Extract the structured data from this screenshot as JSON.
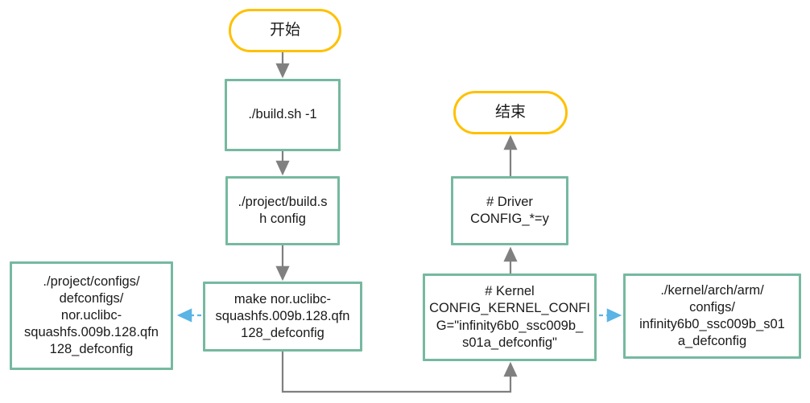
{
  "diagram": {
    "title": "build configuration flowchart",
    "colors": {
      "terminator_border": "#ffc000",
      "process_border": "#76b9a0",
      "node_fill": "#ffffff",
      "solid_edge": "#808080",
      "dashed_edge": "#5ab4e5",
      "text": "#1a1a1a",
      "background": "#ffffff"
    },
    "nodes": [
      {
        "id": "start",
        "shape": "terminator",
        "label": "开始"
      },
      {
        "id": "build-sh",
        "shape": "process",
        "label": "./build.sh -1"
      },
      {
        "id": "project-build-sh-config",
        "shape": "process",
        "label": "./project/build.s\nh config"
      },
      {
        "id": "make-defconfig",
        "shape": "process",
        "label": "make nor.uclibc-\nsquashfs.009b.128.qfn\n128_defconfig"
      },
      {
        "id": "project-configs-path",
        "shape": "process",
        "label": "./project/configs/\ndefconfigs/\nnor.uclibc-\nsquashfs.009b.128.qfn\n128_defconfig"
      },
      {
        "id": "kernel-config",
        "shape": "process",
        "label": "# Kernel\nCONFIG_KERNEL_CONFI\nG=\"infinity6b0_ssc009b_\ns01a_defconfig\""
      },
      {
        "id": "kernel-arch-path",
        "shape": "process",
        "label": "./kernel/arch/arm/\nconfigs/\ninfinity6b0_ssc009b_s01\na_defconfig"
      },
      {
        "id": "driver-config",
        "shape": "process",
        "label": "# Driver\nCONFIG_*=y"
      },
      {
        "id": "end",
        "shape": "terminator",
        "label": "结束"
      }
    ],
    "edges": [
      {
        "id": "start-to-build",
        "from": "start",
        "to": "build-sh",
        "style": "solid",
        "arrow": "down"
      },
      {
        "id": "build-to-project-build",
        "from": "build-sh",
        "to": "project-build-sh-config",
        "style": "solid",
        "arrow": "down"
      },
      {
        "id": "project-build-to-make",
        "from": "project-build-sh-config",
        "to": "make-defconfig",
        "style": "solid",
        "arrow": "down"
      },
      {
        "id": "make-to-configs-path",
        "from": "make-defconfig",
        "to": "project-configs-path",
        "style": "dashed",
        "arrow": "left"
      },
      {
        "id": "make-to-kernel-config",
        "from": "make-defconfig",
        "to": "kernel-config",
        "style": "solid",
        "arrow": "up-elbow"
      },
      {
        "id": "kernel-config-to-arch-path",
        "from": "kernel-config",
        "to": "kernel-arch-path",
        "style": "dashed",
        "arrow": "right"
      },
      {
        "id": "kernel-config-to-driver",
        "from": "kernel-config",
        "to": "driver-config",
        "style": "solid",
        "arrow": "up"
      },
      {
        "id": "driver-to-end",
        "from": "driver-config",
        "to": "end",
        "style": "solid",
        "arrow": "up"
      }
    ]
  }
}
